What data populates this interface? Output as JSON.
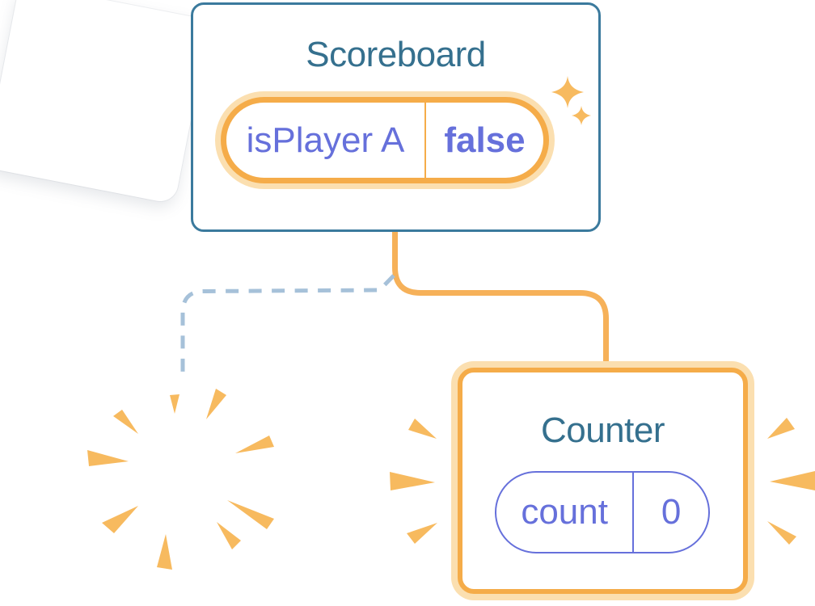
{
  "scoreboard": {
    "title": "Scoreboard",
    "state": {
      "name": "isPlayer A",
      "value": "false"
    }
  },
  "counter": {
    "title": "Counter",
    "state": {
      "name": "count",
      "value": "0"
    }
  },
  "icons": {
    "sparkle": "4-point star",
    "burst": "poof wedge rays"
  },
  "colors": {
    "teal": "#35708E",
    "card_border_blue": "#3B7A9D",
    "orange": "#F5AC49",
    "orange_line": "#F6B159",
    "orange_light": "#FBDFB0",
    "purple": "#6670DB",
    "dash_blue": "#A6C1D9",
    "burst_orange": "#F7BA5F",
    "bg": "#FFFFFF"
  }
}
